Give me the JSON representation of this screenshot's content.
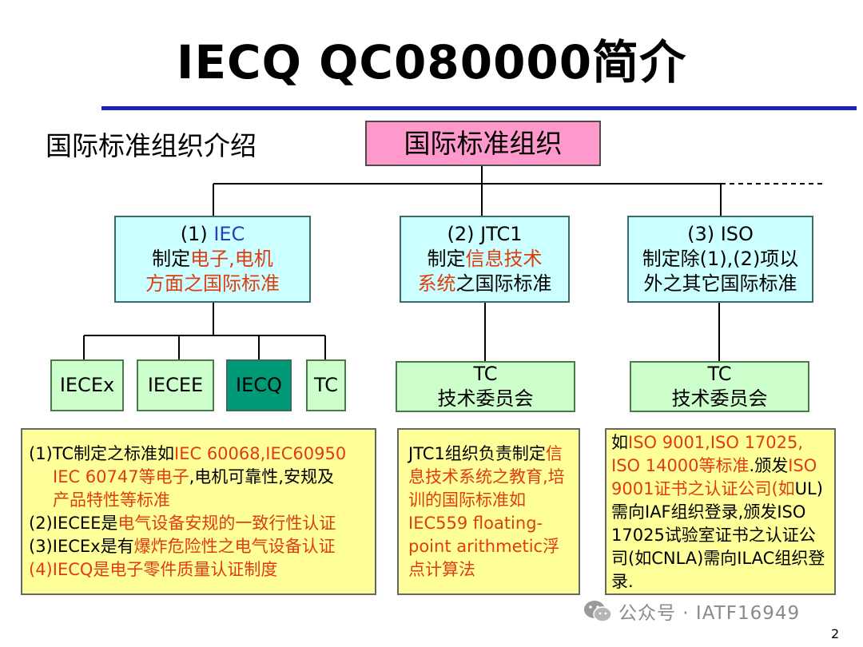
{
  "title": "IECQ QC080000简介",
  "subtitle": "国际标准组织介绍",
  "root": "国际标准组织",
  "orgs": {
    "iec": {
      "line1_prefix": "(1) ",
      "line1_name": "IEC",
      "line2_prefix": "制定",
      "line2_red": "电子,电机",
      "line3": "方面之国际标准"
    },
    "jtc1": {
      "line1": "(2) JTC1",
      "line2_prefix": "制定",
      "line2_red": "信息技术",
      "line3_red": "系统",
      "line3_suffix": "之国际标准"
    },
    "iso": {
      "line1": "(3) ISO",
      "line2": "制定除(1),(2)项以",
      "line3": "外之其它国际标准"
    }
  },
  "iec_children": [
    "IECEx",
    "IECEE",
    "IECQ",
    "TC"
  ],
  "tc_boxes": [
    {
      "line1": "TC",
      "line2": "技术委员会"
    },
    {
      "line1": "TC",
      "line2": "技术委员会"
    }
  ],
  "notes": {
    "left": {
      "l1_prefix": "(1)TC制定之标准如",
      "l1_red": "IEC 60068,IEC60950",
      "l2_red": "IEC 60747等电子",
      "l2_suffix": ",电机可靠性,安规及",
      "l3_red": "产品特性等标准",
      "l4_prefix": "(2)IECEE是",
      "l4_red": "电气设备安规的一致行性认证",
      "l5_prefix": "(3)IECEx是有",
      "l5_red": "爆炸危险性之电气设备认证",
      "l6_red": "(4)IECQ是电子零件质量认证制度"
    },
    "middle": {
      "prefix": "JTC1组织负责制定",
      "red": "信息技术系统之教育,培训的国际标准如IEC559 floating-point arithmetic浮点计算法"
    },
    "right": {
      "prefix": "如",
      "red1": "ISO 9001,ISO 17025, ISO 14000等标准",
      "mid1": ".颁发",
      "red2": "ISO 9001证书之认证公司(如",
      "mid2": "UL)需向IAF组织登录,颁发ISO 17025试验室证书之认证公司(如CNLA)需向ILAC组织登录."
    }
  },
  "watermark": "公众号 · IATF16949",
  "page_number": "2",
  "colors": {
    "accent_blue": "#1f1fbf",
    "highlight_red": "#e03c12",
    "pink": "#ff99cc",
    "cyan": "#ccffff",
    "green": "#ccffcc",
    "teal": "#009977",
    "yellow": "#ffff99"
  }
}
